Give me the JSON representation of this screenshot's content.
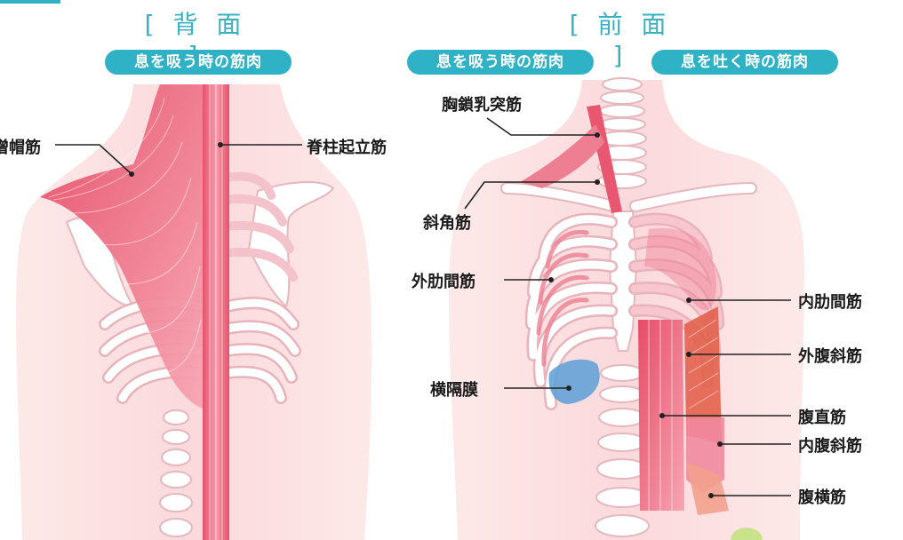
{
  "back": {
    "heading": "[ 背 面 ]",
    "pill": "息を吸う時の筋肉",
    "labels": {
      "trapezius": "僧帽筋",
      "erector": "脊柱起立筋"
    }
  },
  "front": {
    "heading": "[ 前 面 ]",
    "pill_inhale": "息を吸う時の筋肉",
    "pill_exhale": "息を吐く時の筋肉",
    "labels": {
      "scm": "胸鎖乳突筋",
      "scalene": "斜角筋",
      "external_intercostal": "外肋間筋",
      "diaphragm": "横隔膜",
      "internal_intercostal": "内肋間筋",
      "external_oblique": "外腹斜筋",
      "rectus": "腹直筋",
      "internal_oblique": "内腹斜筋",
      "transversus": "腹横筋"
    }
  },
  "colors": {
    "accent": "#2fb1c6",
    "skin": "#fde6e6",
    "muscle": "#e8576f",
    "muscle_light": "#f29aaa",
    "bone": "#ffffff",
    "bone_outline": "#e8b3bb",
    "diaphragm": "#5b9fd6"
  }
}
